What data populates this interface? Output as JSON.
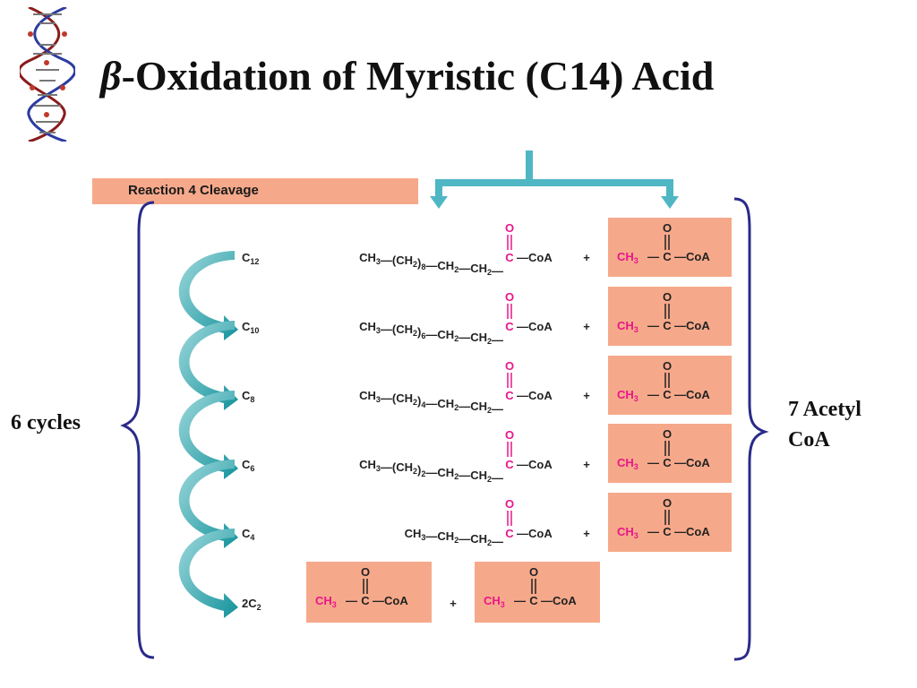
{
  "title": {
    "beta_symbol": "β",
    "text": "-Oxidation of Myristic (C14) Acid"
  },
  "banner": {
    "label": "Reaction 4 Cleavage"
  },
  "left_label": {
    "text": "6 cycles"
  },
  "right_label": {
    "line1": "7 Acetyl",
    "line2": "CoA"
  },
  "rows": [
    {
      "carbon": "C",
      "carbon_sub": "12",
      "chain": [
        "CH",
        "3",
        "—",
        "(CH",
        "2",
        ")",
        "8",
        "—CH",
        "2",
        "—CH",
        "2",
        "—"
      ]
    },
    {
      "carbon": "C",
      "carbon_sub": "10",
      "chain": [
        "CH",
        "3",
        "—",
        "(CH",
        "2",
        ")",
        "6",
        "—CH",
        "2",
        "—CH",
        "2",
        "—"
      ]
    },
    {
      "carbon": "C",
      "carbon_sub": "8",
      "chain": [
        "CH",
        "3",
        "—",
        "(CH",
        "2",
        ")",
        "4",
        "—CH",
        "2",
        "—CH",
        "2",
        "—"
      ]
    },
    {
      "carbon": "C",
      "carbon_sub": "6",
      "chain": [
        "CH",
        "3",
        "—",
        "(CH",
        "2",
        ")",
        "2",
        "—CH",
        "2",
        "—CH",
        "2",
        "—"
      ]
    },
    {
      "carbon": "C",
      "carbon_sub": "4",
      "chain": [
        "CH",
        "3",
        "—CH",
        "2",
        "—CH",
        "2",
        "—"
      ]
    },
    {
      "carbon": "2C",
      "carbon_sub": "2",
      "chain": []
    }
  ],
  "acyl": {
    "carbonyl_c": "C",
    "oxygen": "O",
    "coa": "—CoA",
    "plus": "+"
  },
  "acetyl_coa": {
    "ch": "CH",
    "sub": "3",
    "c": "C",
    "o": "O",
    "coa": "CoA",
    "dash": "—"
  },
  "colors": {
    "box": "#f6a98a",
    "arrow": "#1aa0a8",
    "brace": "#2a2a8a",
    "pink": "#e8168a",
    "connector": "#4fb6c4"
  }
}
